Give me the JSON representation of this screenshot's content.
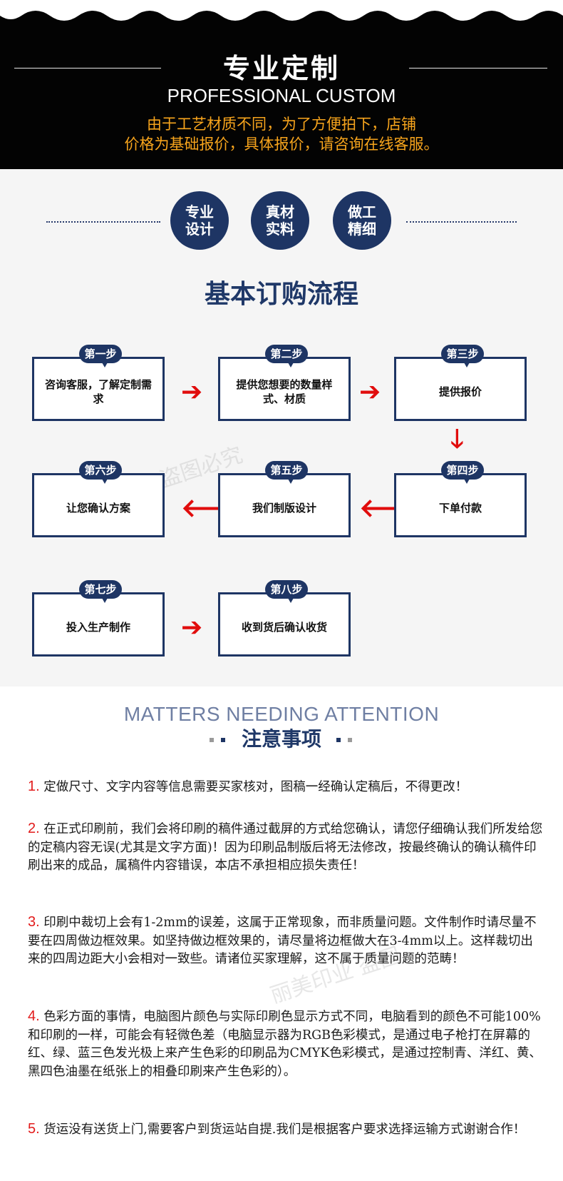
{
  "header": {
    "title": "专业定制",
    "subtitle": "PROFESSIONAL CUSTOM",
    "note_line1": "由于工艺材质不同，为了方便拍下，店铺",
    "note_line2": "价格为基础报价，具体报价，请咨询在线客服。"
  },
  "features": [
    {
      "line1": "专业",
      "line2": "设计"
    },
    {
      "line1": "真材",
      "line2": "实料"
    },
    {
      "line1": "做工",
      "line2": "精细"
    }
  ],
  "flow": {
    "title": "基本订购流程",
    "steps": [
      {
        "tag": "第一步",
        "text": "咨询客服，了解定制需求"
      },
      {
        "tag": "第二步",
        "text": "提供您想要的数量样式、材质"
      },
      {
        "tag": "第三步",
        "text": "提供报价"
      },
      {
        "tag": "第四步",
        "text": "下单付款"
      },
      {
        "tag": "第五步",
        "text": "我们制版设计"
      },
      {
        "tag": "第六步",
        "text": "让您确认方案"
      },
      {
        "tag": "第七步",
        "text": "投入生产制作"
      },
      {
        "tag": "第八步",
        "text": "收到货后确认收货"
      }
    ],
    "arrow_right": "➔",
    "arrow_left": "🡐",
    "arrow_down": "🡓"
  },
  "watermark": {
    "text1": "丽美印业  盗图必究",
    "text2": "丽美印业  盗图"
  },
  "attention": {
    "title_en": "MATTERS NEEDING ATTENTION",
    "title_cn": "注意事项",
    "items": [
      {
        "num": "1.",
        "text": " 定做尺寸、文字内容等信息需要买家核对，图稿一经确认定稿后，不得更改！"
      },
      {
        "num": "2.",
        "text": "  在正式印刷前，我们会将印刷的稿件通过截屏的方式给您确认，请您仔细确认我们所发给您的定稿内容无误(尤其是文字方面)！因为印刷品制版后将无法修改，按最终确认的确认稿件印刷出来的成品，属稿件内容错误，本店不承担相应损失责任！"
      },
      {
        "num": "3.",
        "text": "  印刷中裁切上会有1-2mm的误差，这属于正常现象，而非质量问题。文件制作时请尽量不要在四周做边框效果。如坚持做边框效果的，请尽量将边框做大在3-4mm以上。这样裁切出来的四周边距大小会相对一致些。请诸位买家理解，这不属于质量问题的范畴！"
      },
      {
        "num": "4.",
        "text": " 色彩方面的事情，电脑图片颜色与实际印刷色显示方式不同，电脑看到的颜色不可能100%和印刷的一样，可能会有轻微色差（电脑显示器为RGB色彩模式，是通过电子枪打在屏幕的红、绿、蓝三色发光极上来产生色彩的印刷品为CMYK色彩模式，是通过控制青、洋红、黄、黑四色油墨在纸张上的相叠印刷来产生色彩的）。"
      },
      {
        "num": "5.",
        "text": " 货运没有送货上门,需要客户到货运站自提.我们是根据客户要求选择运输方式谢谢合作！"
      }
    ]
  },
  "colors": {
    "navy": "#1e3564",
    "orange": "#f7a41c",
    "red": "#e10d0d"
  }
}
